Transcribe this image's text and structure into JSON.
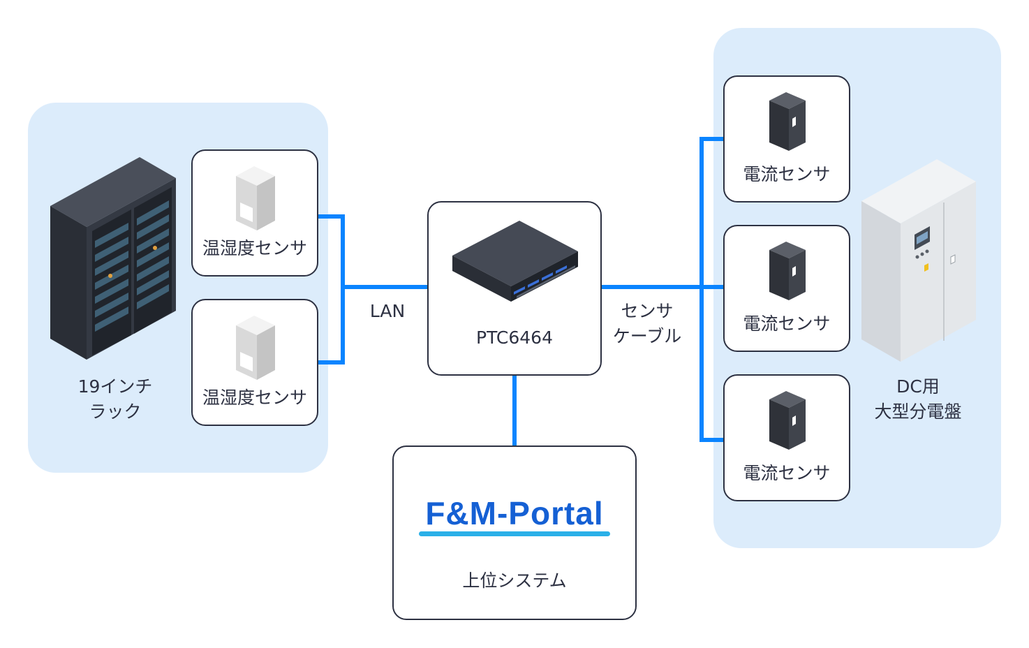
{
  "rack": {
    "label_line1": "19インチ",
    "label_line2": "ラック"
  },
  "temp_sensors": [
    {
      "label": "温湿度センサ"
    },
    {
      "label": "温湿度センサ"
    }
  ],
  "connections": {
    "lan_label": "LAN",
    "sensor_cable_line1": "センサ",
    "sensor_cable_line2": "ケーブル"
  },
  "controller": {
    "label": "PTC6464"
  },
  "upper_system": {
    "logo_text": "F&M-Portal",
    "label": "上位システム"
  },
  "current_sensors": [
    {
      "label": "電流センサ"
    },
    {
      "label": "電流センサ"
    },
    {
      "label": "電流センサ"
    }
  ],
  "panel": {
    "label_line1": "DC用",
    "label_line2": "大型分電盤"
  },
  "colors": {
    "group_bg": "#dcecfb",
    "wire": "#0a84ff",
    "border": "#2d3142",
    "logo_blue": "#1560d4",
    "logo_underline": "#2ab0e8"
  }
}
